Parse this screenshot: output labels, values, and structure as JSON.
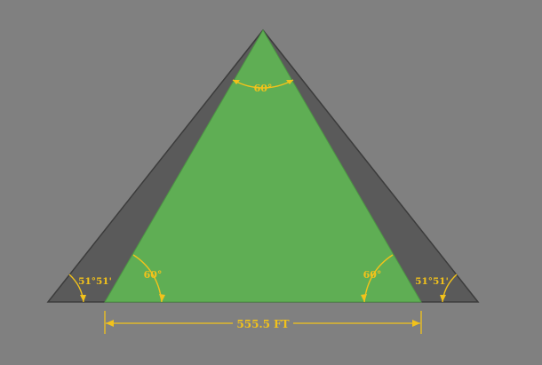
{
  "colors": {
    "background": "#808080",
    "outer_triangle": "#5a5a5a",
    "inner_triangle": "#5fae54",
    "annotation": "#f2c21b"
  },
  "angles": {
    "apex": "60°",
    "inner_left": "60°",
    "inner_right": "60°",
    "outer_left": "51°51'",
    "outer_right": "51°51'"
  },
  "dimension": {
    "base_length": "555.5 FT"
  }
}
